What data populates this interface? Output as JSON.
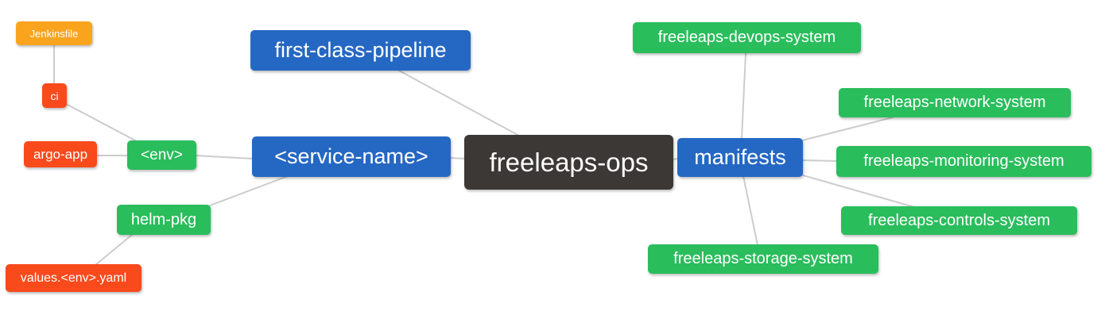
{
  "mindmap": {
    "background": "#ffffff",
    "edge_color": "#cccccc",
    "palette": {
      "root_dark": "#3C3835",
      "branch_blue": "#2568C3",
      "leaf_green": "#2ABD5C",
      "leaf_red": "#F94A1C",
      "leaf_orange": "#FAA41E",
      "text": "#ffffff"
    },
    "nodes": [
      {
        "id": "jenkinsfile",
        "label": "Jenkinsfile",
        "color": "#FAA41E"
      },
      {
        "id": "ci",
        "label": "ci",
        "color": "#F94A1C"
      },
      {
        "id": "argo-app",
        "label": "argo-app",
        "color": "#F94A1C"
      },
      {
        "id": "env",
        "label": "<env>",
        "color": "#2ABD5C"
      },
      {
        "id": "helm-pkg",
        "label": "helm-pkg",
        "color": "#2ABD5C"
      },
      {
        "id": "values-env-yaml",
        "label": "values.<env>.yaml",
        "color": "#F94A1C"
      },
      {
        "id": "first-class-pipeline",
        "label": "first-class-pipeline",
        "color": "#2568C3"
      },
      {
        "id": "service-name",
        "label": "<service-name>",
        "color": "#2568C3"
      },
      {
        "id": "freeleaps-ops",
        "label": "freeleaps-ops",
        "color": "#3C3835"
      },
      {
        "id": "manifests",
        "label": "manifests",
        "color": "#2568C3"
      },
      {
        "id": "freeleaps-devops-system",
        "label": "freeleaps-devops-system",
        "color": "#2ABD5C"
      },
      {
        "id": "freeleaps-network-system",
        "label": "freeleaps-network-system",
        "color": "#2ABD5C"
      },
      {
        "id": "freeleaps-monitoring-system",
        "label": "freeleaps-monitoring-system",
        "color": "#2ABD5C"
      },
      {
        "id": "freeleaps-controls-system",
        "label": "freeleaps-controls-system",
        "color": "#2ABD5C"
      },
      {
        "id": "freeleaps-storage-system",
        "label": "freeleaps-storage-system",
        "color": "#2ABD5C"
      }
    ],
    "edges": [
      {
        "from": "ci",
        "to": "jenkinsfile"
      },
      {
        "from": "env",
        "to": "ci"
      },
      {
        "from": "env",
        "to": "argo-app"
      },
      {
        "from": "service-name",
        "to": "env"
      },
      {
        "from": "service-name",
        "to": "helm-pkg"
      },
      {
        "from": "helm-pkg",
        "to": "values-env-yaml"
      },
      {
        "from": "freeleaps-ops",
        "to": "service-name"
      },
      {
        "from": "freeleaps-ops",
        "to": "first-class-pipeline"
      },
      {
        "from": "freeleaps-ops",
        "to": "manifests"
      },
      {
        "from": "manifests",
        "to": "freeleaps-devops-system"
      },
      {
        "from": "manifests",
        "to": "freeleaps-network-system"
      },
      {
        "from": "manifests",
        "to": "freeleaps-monitoring-system"
      },
      {
        "from": "manifests",
        "to": "freeleaps-controls-system"
      },
      {
        "from": "manifests",
        "to": "freeleaps-storage-system"
      }
    ]
  }
}
